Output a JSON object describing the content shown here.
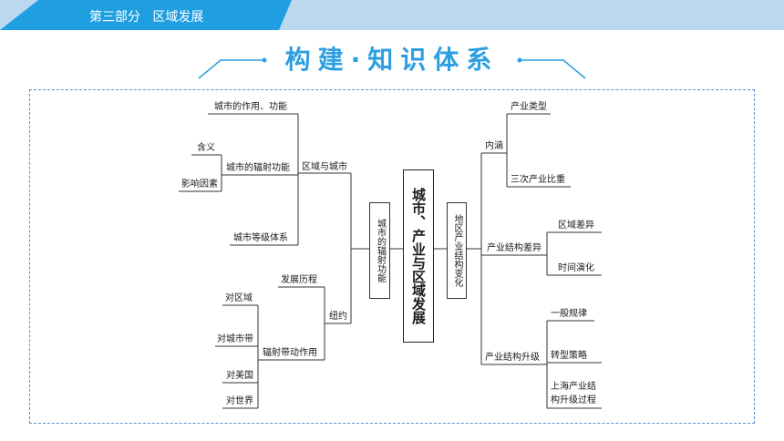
{
  "header": {
    "section_label": "第三部分   区域发展",
    "title": "构建·知识体系"
  },
  "diagram": {
    "center": "城市、产业与区域发展",
    "left_hub": "城市的辐射功能",
    "right_hub": "地区产业结构变化",
    "left": {
      "quyu_yu_chengshi": "区域与城市",
      "chengshi_zuoyong": "城市的作用、功能",
      "chengshi_fushe": "城市的辐射功能",
      "hanyi": "含义",
      "yingxiang_yinsu": "影响因素",
      "chengshi_dengji": "城市等级体系",
      "niuyue": "纽约",
      "fazhan_licheng": "发展历程",
      "fushe_daidong": "辐射带动作用",
      "dui_quyu": "对区域",
      "dui_chengshidai": "对城市带",
      "dui_meiguo": "对美国",
      "dui_shijie": "对世界"
    },
    "right": {
      "neihan": "内涵",
      "chanye_leixing": "产业类型",
      "sanci_bizhong": "三次产业比重",
      "chanye_chayi": "产业结构差异",
      "quyu_chayi": "区域差异",
      "shijian_yanhua": "时间演化",
      "chanye_shengji": "产业结构升级",
      "yiban_guilv": "一般规律",
      "zhuanxing_celue": "转型策略",
      "shanghai_line1": "上海产业结",
      "shanghai_line2": "构升级过程"
    }
  },
  "colors": {
    "accent": "#1f9fe0",
    "header_band": "#bcd8ef",
    "title": "#2d9fe0",
    "frame": "#5a8fd6",
    "lines": "#333333"
  }
}
